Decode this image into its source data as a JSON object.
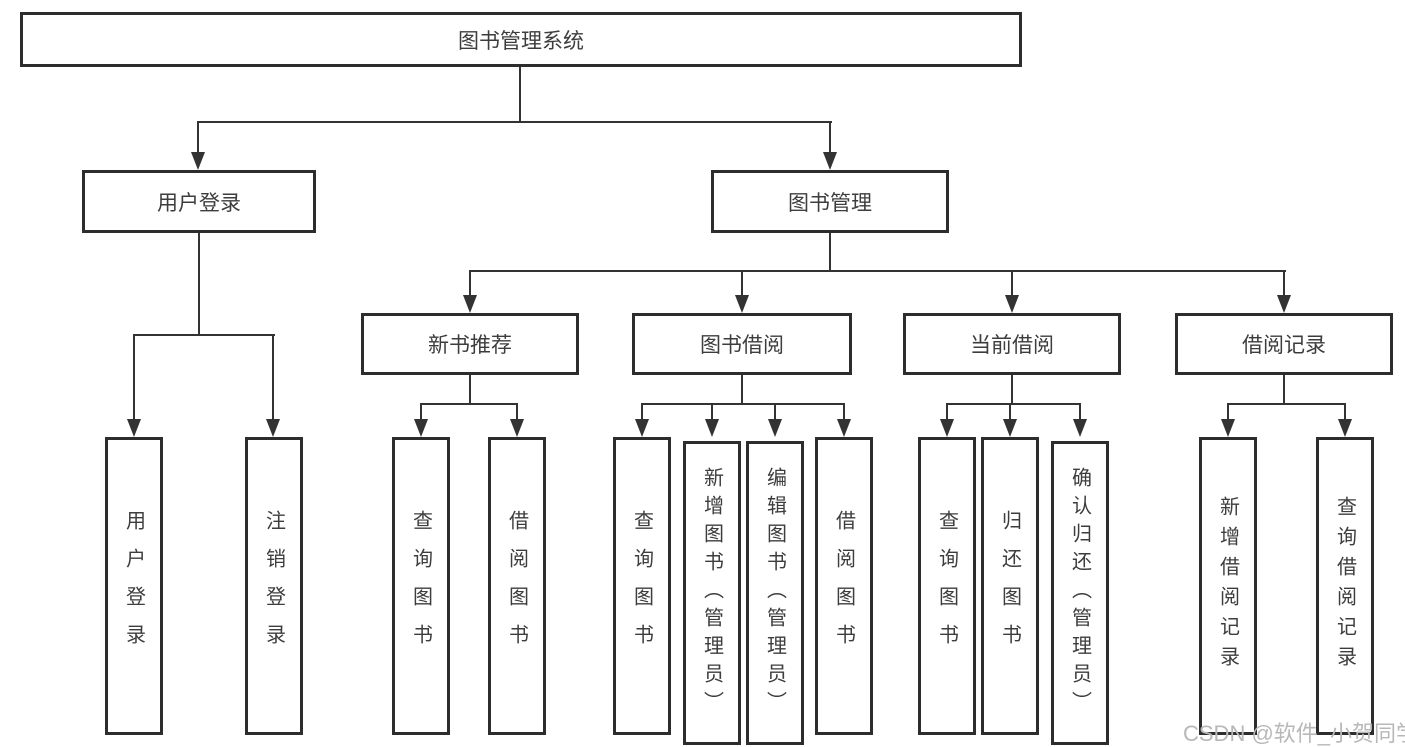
{
  "diagram": {
    "colors": {
      "box_border": "#2d2d2d",
      "connector_line": "#333333",
      "text": "#3d3d3d",
      "watermark_text": "#b8b8b8",
      "background": "#ffffff"
    },
    "tree": {
      "root": {
        "label": "图书管理系统",
        "children": [
          {
            "label": "用户登录",
            "children": [
              {
                "label": "用户登录"
              },
              {
                "label": "注销登录"
              }
            ]
          },
          {
            "label": "图书管理",
            "children": [
              {
                "label": "新书推荐",
                "children": [
                  {
                    "label": "查询图书"
                  },
                  {
                    "label": "借阅图书"
                  }
                ]
              },
              {
                "label": "图书借阅",
                "children": [
                  {
                    "label": "查询图书"
                  },
                  {
                    "label": "新增图书（管理员）"
                  },
                  {
                    "label": "编辑图书（管理员）"
                  },
                  {
                    "label": "借阅图书"
                  }
                ]
              },
              {
                "label": "当前借阅",
                "children": [
                  {
                    "label": "查询图书"
                  },
                  {
                    "label": "归还图书"
                  },
                  {
                    "label": "确认归还（管理员）"
                  }
                ]
              },
              {
                "label": "借阅记录",
                "children": [
                  {
                    "label": "新增借阅记录"
                  },
                  {
                    "label": "查询借阅记录"
                  }
                ]
              }
            ]
          }
        ]
      }
    },
    "watermark": {
      "text": "CSDN @软件_小贺同学"
    }
  }
}
